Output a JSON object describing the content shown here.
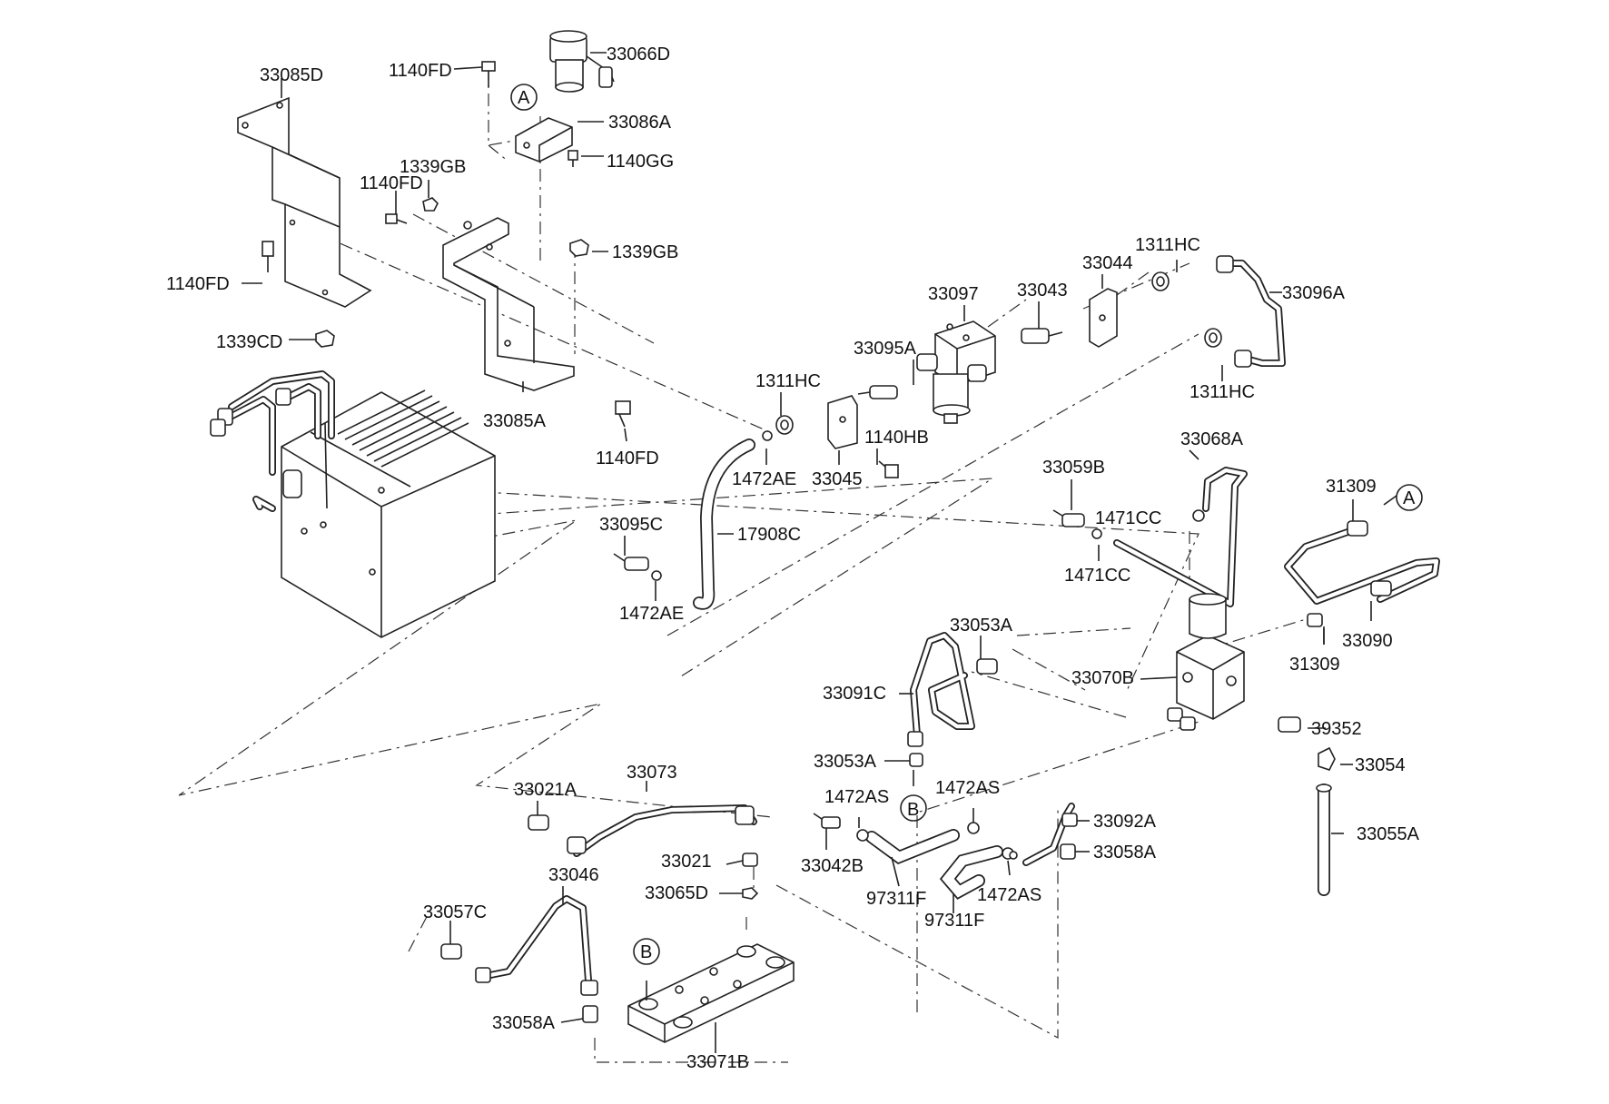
{
  "diagram": {
    "callouts": [
      {
        "id": "c1",
        "text": "33085D"
      },
      {
        "id": "c2",
        "text": "1140FD"
      },
      {
        "id": "c3",
        "text": "33066D"
      },
      {
        "id": "c4",
        "text": "A"
      },
      {
        "id": "c5",
        "text": "33086A"
      },
      {
        "id": "c6",
        "text": "1140GG"
      },
      {
        "id": "c7",
        "text": "1339GB"
      },
      {
        "id": "c8",
        "text": "1140FD"
      },
      {
        "id": "c9",
        "text": "1339GB"
      },
      {
        "id": "c10",
        "text": "1140FD"
      },
      {
        "id": "c11",
        "text": "1339CD"
      },
      {
        "id": "c12",
        "text": "33085A"
      },
      {
        "id": "c13",
        "text": "1140FD"
      },
      {
        "id": "c14",
        "text": "33097"
      },
      {
        "id": "c15",
        "text": "33043"
      },
      {
        "id": "c16",
        "text": "33044"
      },
      {
        "id": "c17",
        "text": "1311HC"
      },
      {
        "id": "c18",
        "text": "33096A"
      },
      {
        "id": "c19",
        "text": "33095A"
      },
      {
        "id": "c20",
        "text": "1311HC"
      },
      {
        "id": "c21",
        "text": "1311HC"
      },
      {
        "id": "c22",
        "text": "1140HB"
      },
      {
        "id": "c23",
        "text": "1472AE"
      },
      {
        "id": "c24",
        "text": "33045"
      },
      {
        "id": "c25",
        "text": "33059B"
      },
      {
        "id": "c26",
        "text": "33068A"
      },
      {
        "id": "c27",
        "text": "31309"
      },
      {
        "id": "c28",
        "text": "A"
      },
      {
        "id": "c29",
        "text": "1471CC"
      },
      {
        "id": "c30",
        "text": "33095C"
      },
      {
        "id": "c31",
        "text": "17908C"
      },
      {
        "id": "c32",
        "text": "1471CC"
      },
      {
        "id": "c33",
        "text": "1472AE"
      },
      {
        "id": "c34",
        "text": "33053A"
      },
      {
        "id": "c35",
        "text": "33090"
      },
      {
        "id": "c36",
        "text": "31309"
      },
      {
        "id": "c37",
        "text": "33070B"
      },
      {
        "id": "c38",
        "text": "33091C"
      },
      {
        "id": "c39",
        "text": "39352"
      },
      {
        "id": "c40",
        "text": "33053A"
      },
      {
        "id": "c41",
        "text": "33054"
      },
      {
        "id": "c42",
        "text": "B"
      },
      {
        "id": "c43",
        "text": "33073"
      },
      {
        "id": "c44",
        "text": "33021A"
      },
      {
        "id": "c45",
        "text": "1472AS"
      },
      {
        "id": "c46",
        "text": "1472AS"
      },
      {
        "id": "c47",
        "text": "33092A"
      },
      {
        "id": "c48",
        "text": "33055A"
      },
      {
        "id": "c49",
        "text": "33042B"
      },
      {
        "id": "c50",
        "text": "33058A"
      },
      {
        "id": "c51",
        "text": "33021"
      },
      {
        "id": "c52",
        "text": "33065D"
      },
      {
        "id": "c53",
        "text": "97311F"
      },
      {
        "id": "c54",
        "text": "1472AS"
      },
      {
        "id": "c55",
        "text": "97311F"
      },
      {
        "id": "c56",
        "text": "33046"
      },
      {
        "id": "c57",
        "text": "33057C"
      },
      {
        "id": "c58",
        "text": "B"
      },
      {
        "id": "c59",
        "text": "33058A"
      },
      {
        "id": "c60",
        "text": "33071B"
      }
    ]
  }
}
